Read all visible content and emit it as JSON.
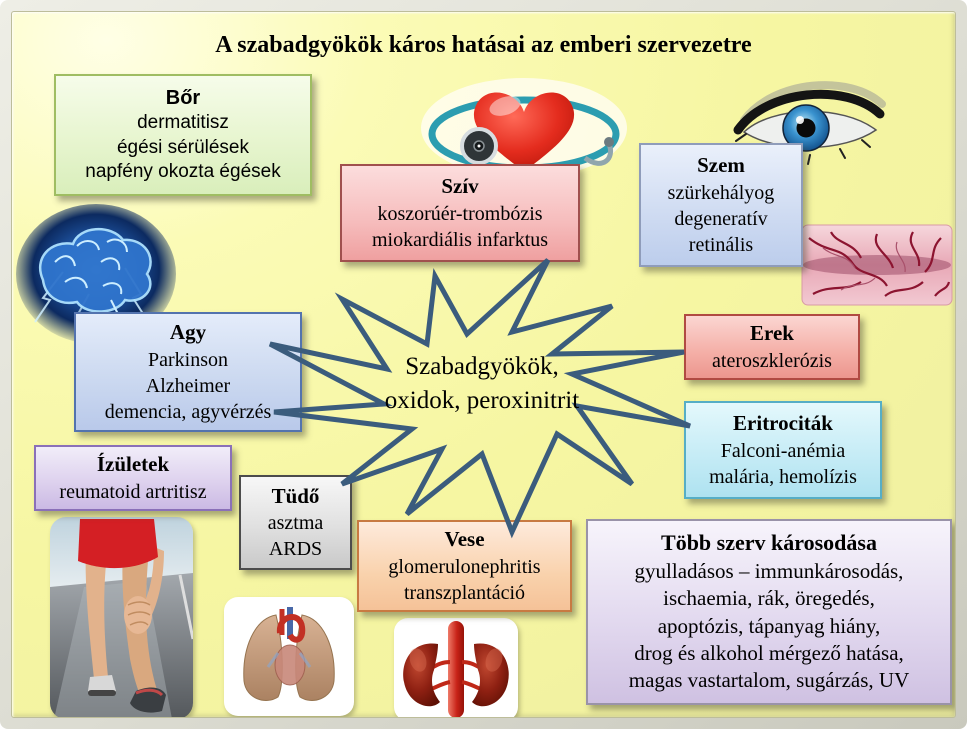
{
  "title": "A szabadgyökök káros hatásai az emberi szervezetre",
  "center_label": {
    "line1": "Szabadgyökök,",
    "line2": "oxidok, peroxinitrit"
  },
  "boxes": {
    "bor": {
      "heading": "Bőr",
      "line1": "dermatitisz",
      "line2": "égési sérülések",
      "line3": "napfény okozta égések"
    },
    "sziv": {
      "heading": "Szív",
      "line1": "koszorúér-trombózis",
      "line2": "miokardiális infarktus"
    },
    "szem": {
      "heading": "Szem",
      "line1": "szürkehályog",
      "line2": "degeneratív",
      "line3": "retinális"
    },
    "agy": {
      "heading": "Agy",
      "line1": "Parkinson",
      "line2": "Alzheimer",
      "line3": "demencia, agyvérzés"
    },
    "erek": {
      "heading": "Erek",
      "line1": "ateroszklerózis"
    },
    "eritrocitak": {
      "heading": "Eritrociták",
      "line1": "Falconi-anémia",
      "line2": "malária, hemolízis"
    },
    "izuletek": {
      "heading": "Ízületek",
      "line1": "reumatoid artritisz"
    },
    "tudo": {
      "heading": "Tüdő",
      "line1": "asztma",
      "line2": "ARDS"
    },
    "vese": {
      "heading": "Vese",
      "line1": "glomerulonephritis",
      "line2": "transzplantáció"
    },
    "tobb_szerv": {
      "heading": "Több szerv károsodása",
      "line1": "gyulladásos – immunkárosodás,",
      "line2": "ischaemia, rák, öregedés,",
      "line3": "apoptózis, tápanyag hiány,",
      "line4": "drog és alkohol mérgező hatása,",
      "line5": "magas vastartalom, sugárzás, UV"
    }
  },
  "images": {
    "heart": "heart-with-stethoscope-image",
    "eye": "blue-eye-image",
    "brain": "electric-brain-image",
    "vessels": "blood-vessels-image",
    "legs": "calf-pain-runner-photo",
    "lungs": "lungs-anatomy-image",
    "kidneys": "kidneys-anatomy-image"
  },
  "colors": {
    "background": "#f6f6a2",
    "star_outline": "#3b5c7d",
    "title_text": "#000000",
    "heart_red": "#d92318",
    "stethoscope_teal": "#2c9db0"
  }
}
